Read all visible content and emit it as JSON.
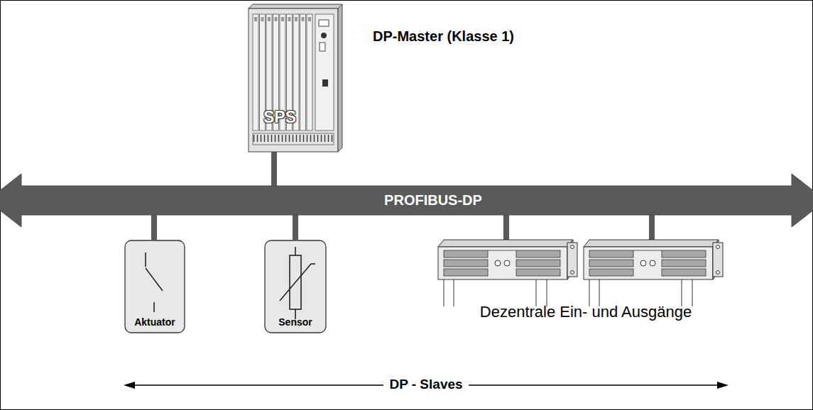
{
  "diagram": {
    "nodes": [
      {
        "text": [
          "DP-Master (Klasse 1)",
          "SPS"
        ]
      },
      {
        "text": [
          "PROFIBUS-DP"
        ]
      },
      {
        "text": [
          "Aktuator"
        ]
      },
      {
        "text": [
          "Sensor"
        ]
      }
    ],
    "edges": [
      {
        "from": 0,
        "to": 1,
        "arrow": "none"
      },
      {
        "from": 2,
        "to": 1,
        "arrow": "none"
      },
      {
        "from": 3,
        "to": 1,
        "arrow": "none"
      }
    ],
    "labels": [
      "Dezentrale Ein- und Ausgänge",
      "DP - Slaves"
    ]
  }
}
